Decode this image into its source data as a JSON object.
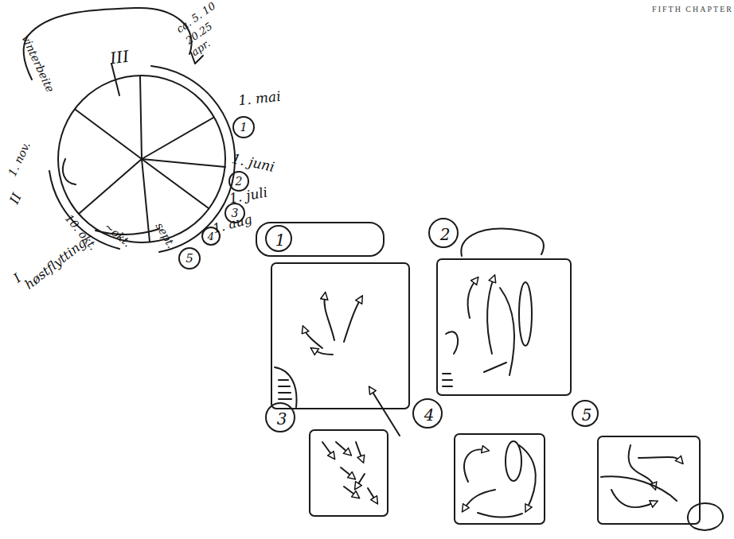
{
  "diagram": {
    "nodes": [
      {
        "text": [
          "1"
        ]
      },
      {
        "text": [
          "2"
        ]
      },
      {
        "text": [
          "3"
        ]
      },
      {
        "text": [
          "4"
        ]
      },
      {
        "text": [
          "5"
        ]
      }
    ],
    "labels": [
      "FIFTH CHAPTER",
      "ca. 5. 10",
      "20.25",
      "apr.",
      "1. mai",
      "1",
      "1. juni",
      "2",
      "1. juli",
      "3",
      "1. aug",
      "4",
      "sept.",
      "5",
      "~okt.",
      "10. okt.",
      "høstflytting",
      "I",
      "1. nov.",
      "vinterbeite",
      "II",
      "III"
    ]
  }
}
